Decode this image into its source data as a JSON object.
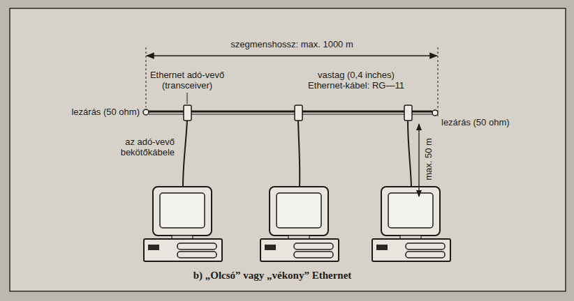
{
  "diagram": {
    "caption": "b) „Olcsó” vagy „vékony” Ethernet",
    "labels": [
      "szegmenshossz: max. 1000 m",
      "Ethernet adó-vevő (transceiver)",
      "vastag (0,4 inches) Ethernet-kábel: RG—11",
      "lezárás (50 ohm)",
      "lezárás (50 ohm)",
      "az adó-vevő bekötőkábele",
      "max. 50 m"
    ]
  }
}
